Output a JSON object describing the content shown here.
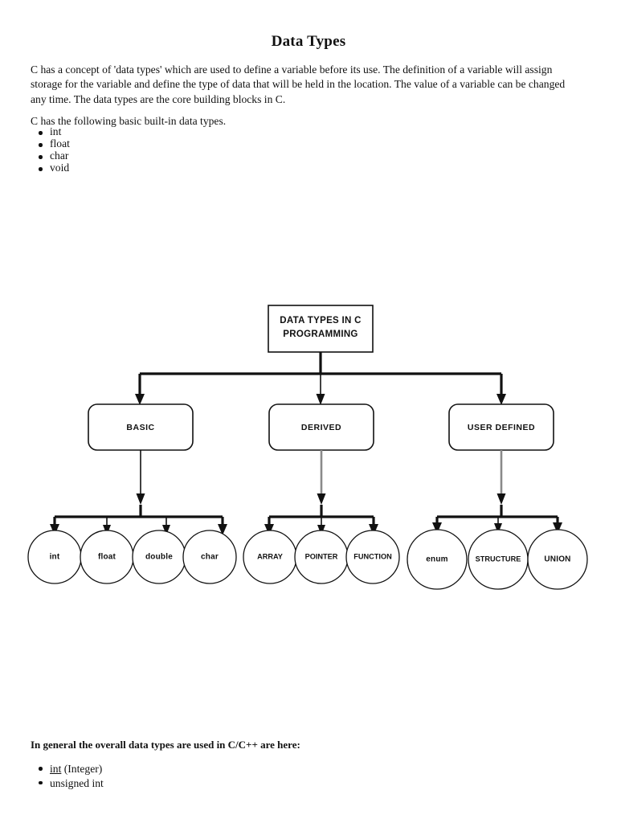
{
  "document": {
    "title": "Data Types",
    "intro_paragraph": "C has a concept of 'data types' which are used to define a variable before its use. The definition of a variable will assign storage for the variable and define the type of data that will be held in the location. The value of a variable can be changed any time. The data types are the core building blocks in C.",
    "lead_paragraph": "C has the following basic built-in data types.",
    "basic_types": [
      "int",
      "float",
      "char",
      "void"
    ],
    "bottom_heading_bold": "In general the overall data types are used in C/C++",
    "bottom_heading_tail": " are here:",
    "overall_types": [
      {
        "name": "int",
        "underline": true,
        "suffix": " (Integer)"
      },
      {
        "name": "unsigned int",
        "underline": false,
        "suffix": ""
      }
    ]
  },
  "diagram": {
    "root": {
      "line1": "DATA TYPES IN C",
      "line2": "PROGRAMMING"
    },
    "branches": [
      {
        "label": "BASIC",
        "leaves": [
          "int",
          "float",
          "double",
          "char"
        ]
      },
      {
        "label": "DERIVED",
        "leaves": [
          "ARRAY",
          "POINTER",
          "FUNCTION"
        ]
      },
      {
        "label": "USER DEFINED",
        "leaves": [
          "enum",
          "STRUCTURE",
          "UNION"
        ]
      }
    ],
    "colors": {
      "stroke": "#111111",
      "grey_connector": "#8a8a8a",
      "node_fill": "#ffffff"
    }
  }
}
